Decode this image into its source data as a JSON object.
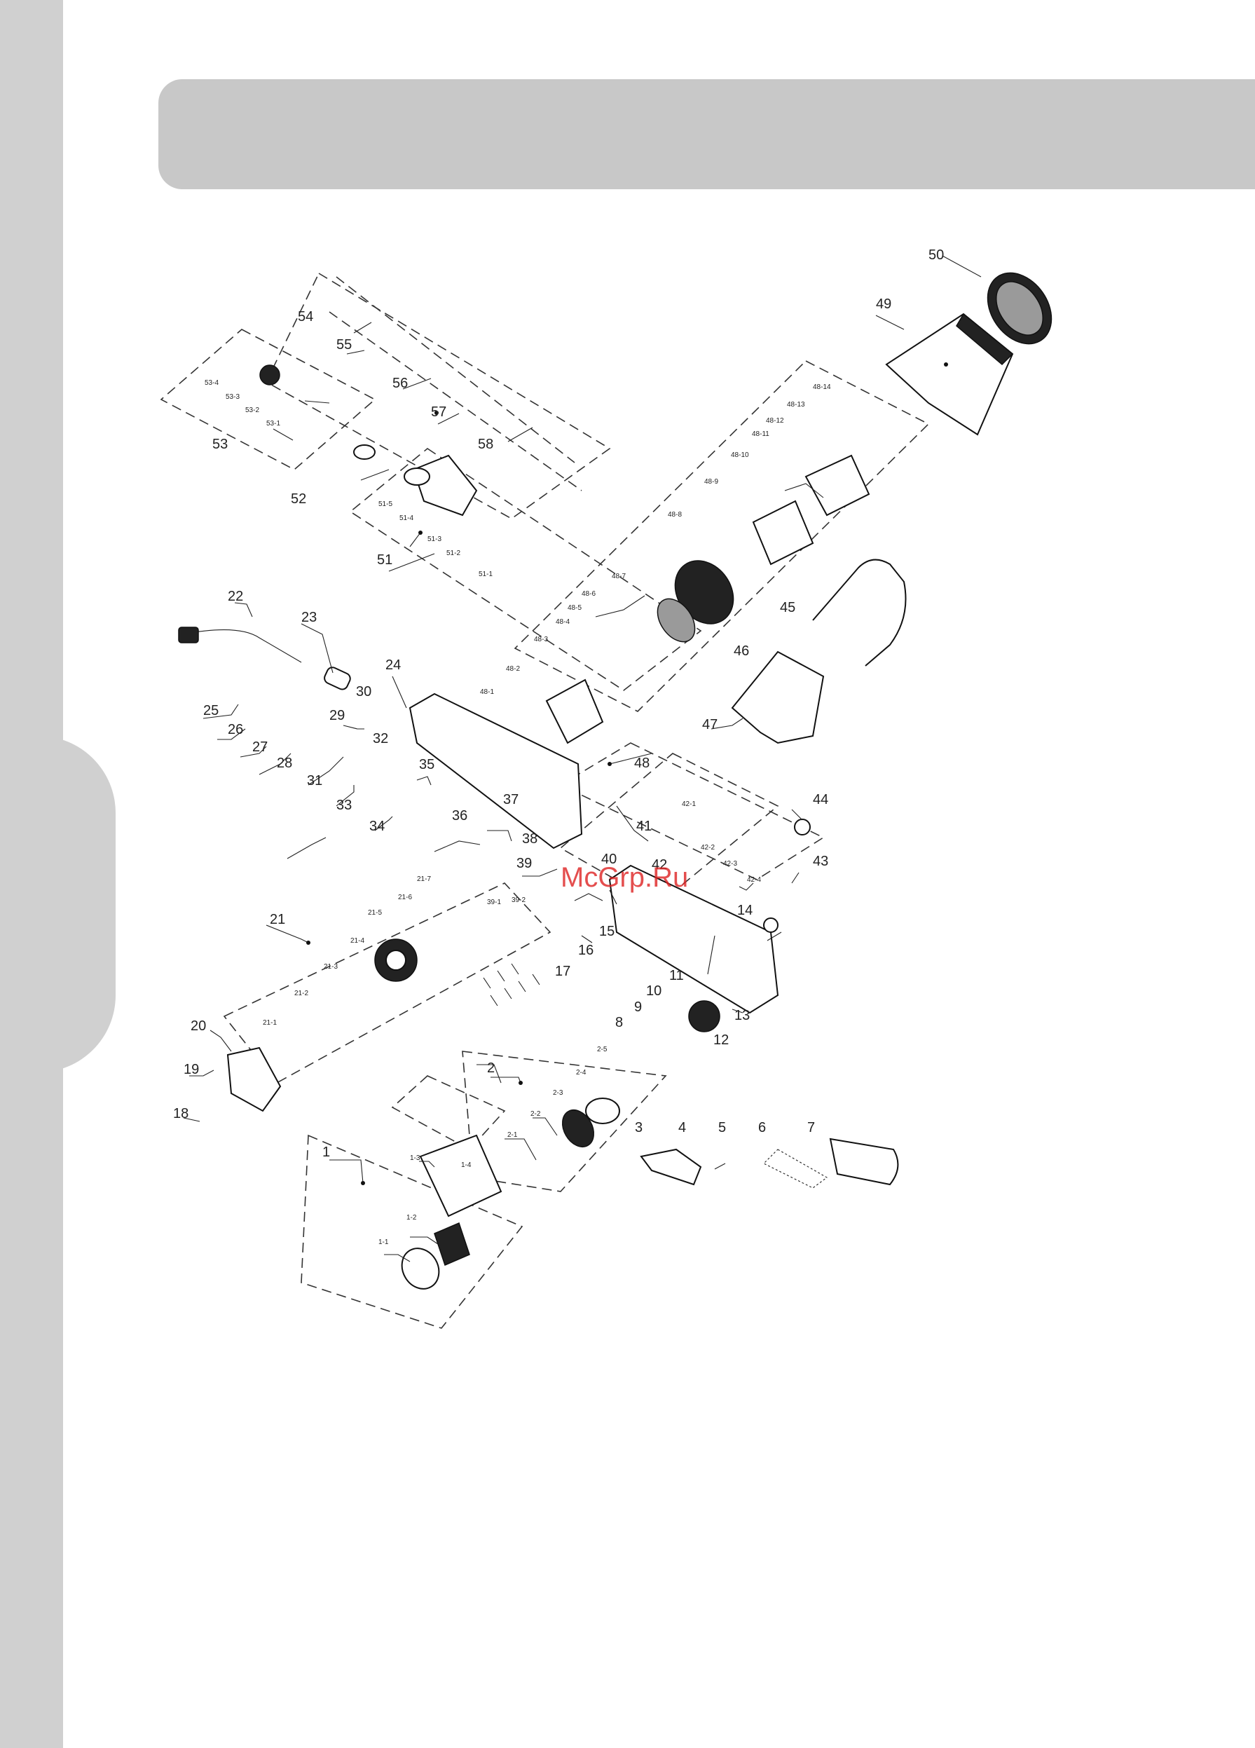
{
  "watermark": "McGrp.Ru",
  "callouts": [
    "1",
    "1-1",
    "1-2",
    "1-3",
    "1-4",
    "2",
    "2-1",
    "2-2",
    "2-3",
    "2-4",
    "2-5",
    "3",
    "4",
    "5",
    "6",
    "7",
    "8",
    "9",
    "10",
    "11",
    "12",
    "13",
    "14",
    "15",
    "16",
    "17",
    "18",
    "19",
    "20",
    "21",
    "21-1",
    "21-2",
    "21-3",
    "21-4",
    "21-5",
    "21-6",
    "21-7",
    "22",
    "23",
    "24",
    "25",
    "26",
    "27",
    "28",
    "29",
    "30",
    "31",
    "32",
    "33",
    "34",
    "35",
    "36",
    "37",
    "38",
    "39",
    "39-1",
    "39-2",
    "40",
    "41",
    "42",
    "42-1",
    "42-2",
    "42-3",
    "42-4",
    "43",
    "44",
    "45",
    "46",
    "47",
    "48",
    "48-1",
    "48-2",
    "48-3",
    "48-4",
    "48-5",
    "48-6",
    "48-7",
    "48-8",
    "48-9",
    "48-10",
    "48-11",
    "48-12",
    "48-13",
    "48-14",
    "49",
    "50",
    "51",
    "51-1",
    "51-2",
    "51-3",
    "51-4",
    "51-5",
    "52",
    "53",
    "53-1",
    "53-2",
    "53-3",
    "53-4",
    "54",
    "55",
    "56",
    "57",
    "58"
  ]
}
